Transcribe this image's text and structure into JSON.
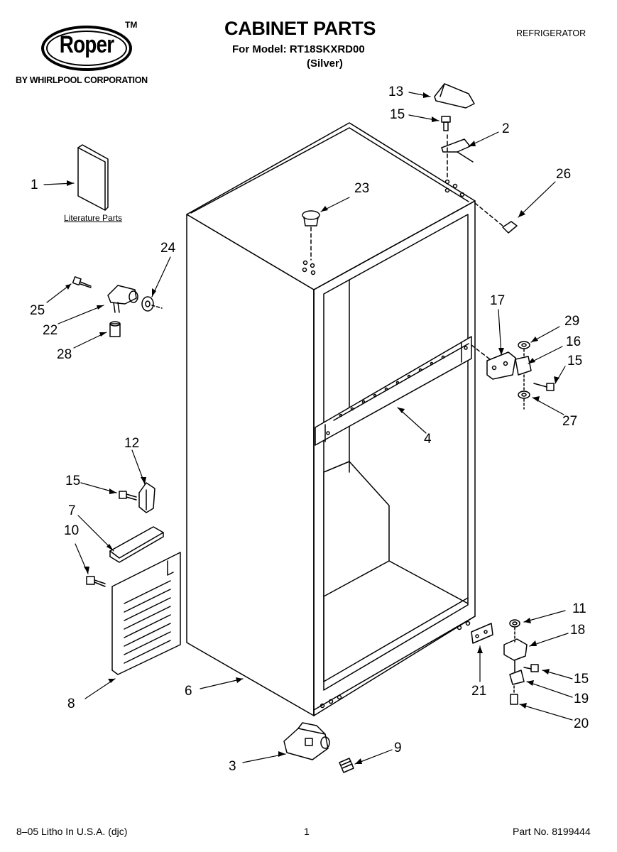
{
  "header": {
    "brand": "Roper",
    "trademark": "TM",
    "byline": "BY WHIRLPOOL CORPORATION",
    "title": "CABINET PARTS",
    "model_line": "For Model: RT18SKXRD00",
    "variant": "(Silver)",
    "category": "REFRIGERATOR"
  },
  "literature_label": "Literature Parts",
  "callouts": [
    {
      "id": "13",
      "label": "13"
    },
    {
      "id": "15a",
      "label": "15"
    },
    {
      "id": "2",
      "label": "2"
    },
    {
      "id": "26",
      "label": "26"
    },
    {
      "id": "1",
      "label": "1"
    },
    {
      "id": "23",
      "label": "23"
    },
    {
      "id": "24",
      "label": "24"
    },
    {
      "id": "25",
      "label": "25"
    },
    {
      "id": "22",
      "label": "22"
    },
    {
      "id": "28",
      "label": "28"
    },
    {
      "id": "17",
      "label": "17"
    },
    {
      "id": "29",
      "label": "29"
    },
    {
      "id": "16",
      "label": "16"
    },
    {
      "id": "15b",
      "label": "15"
    },
    {
      "id": "27",
      "label": "27"
    },
    {
      "id": "4",
      "label": "4"
    },
    {
      "id": "12",
      "label": "12"
    },
    {
      "id": "15c",
      "label": "15"
    },
    {
      "id": "7",
      "label": "7"
    },
    {
      "id": "10",
      "label": "10"
    },
    {
      "id": "11",
      "label": "11"
    },
    {
      "id": "18",
      "label": "18"
    },
    {
      "id": "15d",
      "label": "15"
    },
    {
      "id": "19",
      "label": "19"
    },
    {
      "id": "21",
      "label": "21"
    },
    {
      "id": "20",
      "label": "20"
    },
    {
      "id": "6",
      "label": "6"
    },
    {
      "id": "8",
      "label": "8"
    },
    {
      "id": "9",
      "label": "9"
    },
    {
      "id": "3",
      "label": "3"
    }
  ],
  "footer": {
    "left": "8–05 Litho In U.S.A. (djc)",
    "page": "1",
    "part_no": "Part No. 8199444"
  }
}
